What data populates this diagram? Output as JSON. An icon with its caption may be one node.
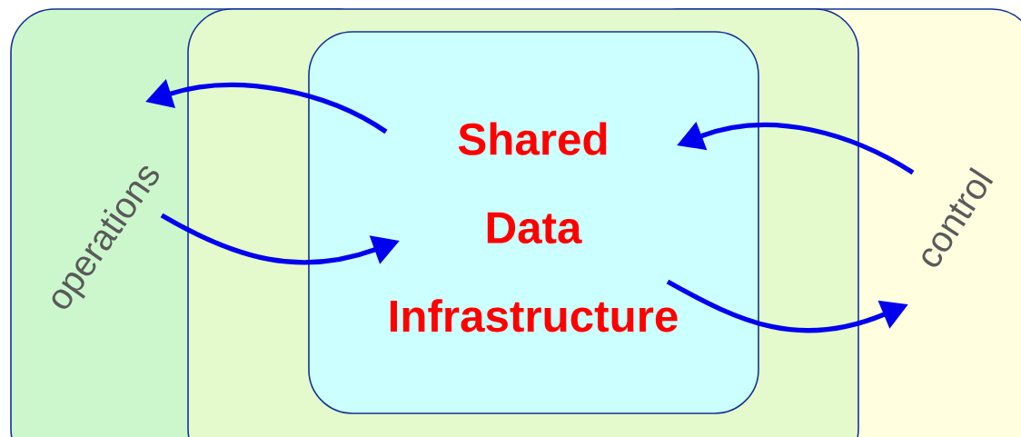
{
  "diagram": {
    "nodes": [
      {
        "text": [
          "operations"
        ]
      },
      {
        "text": [],
        "shape": "box"
      },
      {
        "text": [
          "Shared Data Infrastructure"
        ],
        "in": 1
      },
      {
        "text": [
          "control"
        ]
      }
    ],
    "edges": [
      {
        "from": 2,
        "to": 0,
        "arrow": "to"
      },
      {
        "from": 0,
        "to": 2,
        "arrow": "to"
      },
      {
        "from": 3,
        "to": 2,
        "arrow": "to"
      },
      {
        "from": 2,
        "to": 3,
        "arrow": "to"
      }
    ]
  }
}
